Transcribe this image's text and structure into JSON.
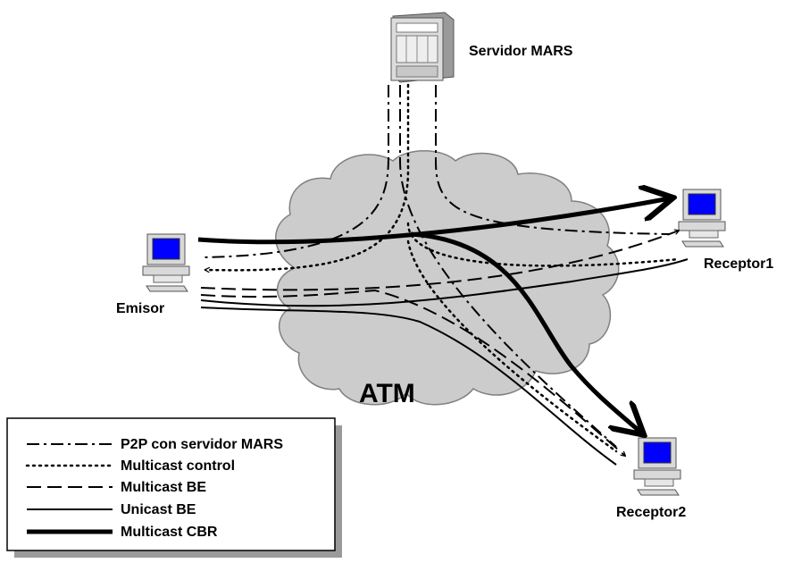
{
  "nodes": {
    "server": {
      "label": "Servidor MARS",
      "icon": "server-rack-icon"
    },
    "sender": {
      "label": "Emisor",
      "icon": "workstation-icon"
    },
    "receiver1": {
      "label": "Receptor1",
      "icon": "workstation-icon"
    },
    "receiver2": {
      "label": "Receptor2",
      "icon": "workstation-icon"
    }
  },
  "network": {
    "label": "ATM",
    "icon": "cloud-icon",
    "fill": "#cccccc"
  },
  "legend": {
    "items": [
      {
        "style": "dash-dot",
        "label": "P2P con servidor MARS"
      },
      {
        "style": "dotted",
        "label": "Multicast control"
      },
      {
        "style": "dashed",
        "label": "Multicast BE"
      },
      {
        "style": "solid",
        "label": "Unicast BE"
      },
      {
        "style": "thick",
        "label": "Multicast CBR"
      }
    ]
  },
  "colors": {
    "screen": "#0000ff",
    "device": "#d9d9d9",
    "cloud": "#cccccc",
    "shadow": "#9a9a9a"
  }
}
